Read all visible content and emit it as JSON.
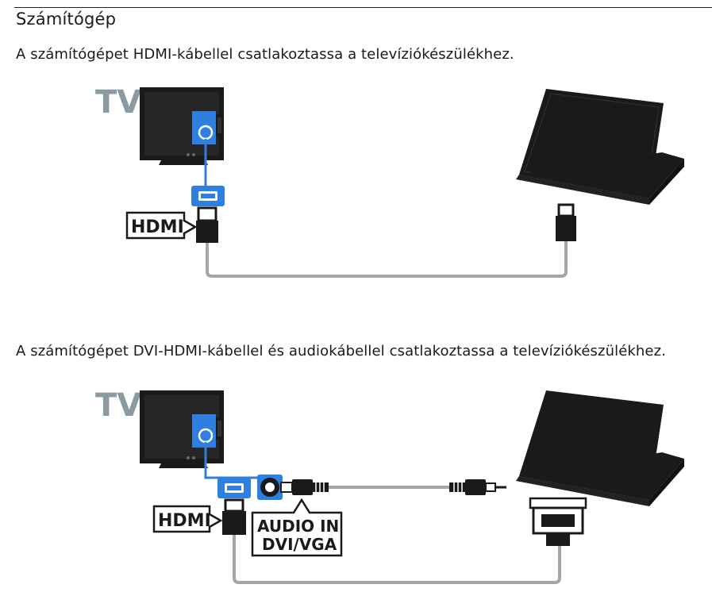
{
  "section": {
    "title": "Számítógép"
  },
  "paragraphs": {
    "hdmi": "A számítógépet HDMI-kábellel csatlakoztassa a televíziókészülékhez.",
    "dvi": "A számítógépet DVI-HDMI-kábellel és audiokábellel csatlakoztassa a televíziókészülékhez."
  },
  "diagram1": {
    "tv_label": "TV",
    "hdmi_label": "HDMI"
  },
  "diagram2": {
    "tv_label": "TV",
    "hdmi_label": "HDMI",
    "audio_label_line1": "AUDIO IN",
    "audio_label_line2": "DVI/VGA"
  },
  "colors": {
    "accent_blue": "#2f7fe0",
    "tv_gray": "#8a9aa3",
    "device_black": "#1a1a1a",
    "cable_gray": "#a6a6a6"
  }
}
